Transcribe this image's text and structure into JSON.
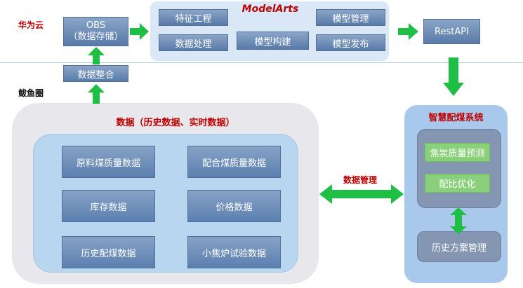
{
  "zones": {
    "huaweicloud": "华为云",
    "xianyuquan": "鲅鱼圈"
  },
  "cloud": {
    "obs": "OBS\n（数据存储）",
    "data_integration": "数据整合",
    "restapi": "RestAPI",
    "modelarts": {
      "title": "ModelArts",
      "feature_engineering": "特征工程",
      "data_processing": "数据处理",
      "model_building": "模型构建",
      "model_management": "模型管理",
      "model_publishing": "模型发布"
    }
  },
  "data": {
    "title": "数据（历史数据、实时数据）",
    "items": [
      "原料煤质量数据",
      "配合煤质量数据",
      "库存数据",
      "价格数据",
      "历史配煤数据",
      "小焦炉试验数据"
    ]
  },
  "data_management": "数据管理",
  "system": {
    "title": "智慧配煤系统",
    "coke_quality_prediction": "焦炭质量预测",
    "ratio_optimization": "配比优化",
    "history_plan_management": "历史方案管理"
  },
  "colors": {
    "arrow": "#1fbf45",
    "label_red": "#c00000",
    "divider": "#a8cfe0"
  }
}
